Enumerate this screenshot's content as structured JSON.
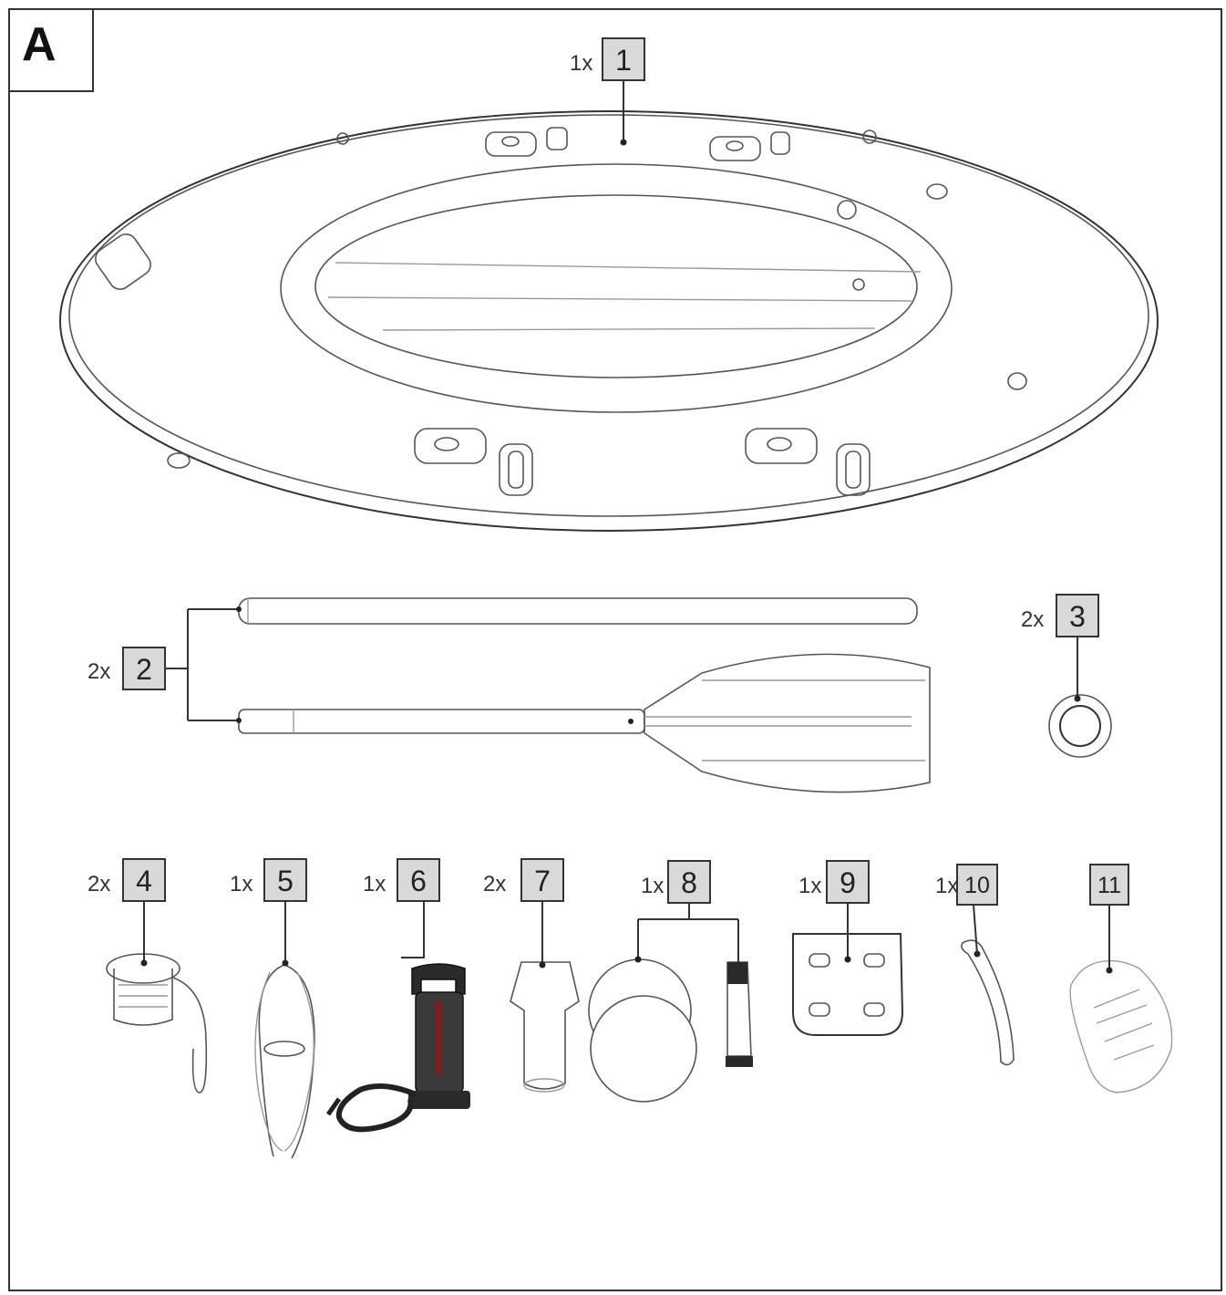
{
  "panel": {
    "letter": "A"
  },
  "parts": [
    {
      "number": "1",
      "quantity": "1x"
    },
    {
      "number": "2",
      "quantity": "2x"
    },
    {
      "number": "3",
      "quantity": "2x"
    },
    {
      "number": "4",
      "quantity": "2x"
    },
    {
      "number": "5",
      "quantity": "1x"
    },
    {
      "number": "6",
      "quantity": "1x"
    },
    {
      "number": "7",
      "quantity": "2x"
    },
    {
      "number": "8",
      "quantity": "1x"
    },
    {
      "number": "9",
      "quantity": "1x"
    },
    {
      "number": "10",
      "quantity": "1x"
    },
    {
      "number": "11",
      "quantity": ""
    }
  ]
}
